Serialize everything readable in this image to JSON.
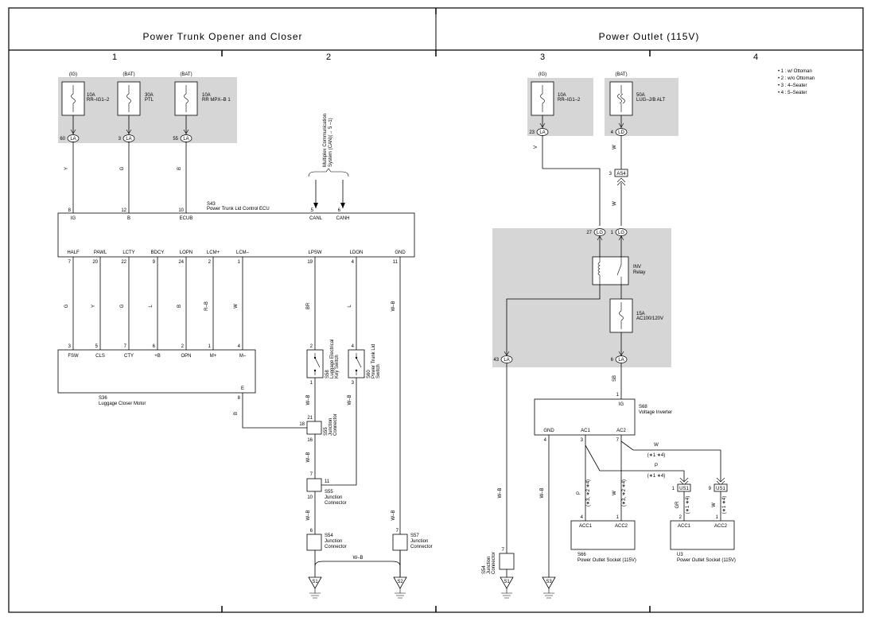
{
  "headers": {
    "left": "Power Trunk Opener and Closer",
    "right": "Power Outlet (115V)"
  },
  "columns": [
    "1",
    "2",
    "3",
    "4"
  ],
  "notes": [
    "• 1 : w/ Ottoman",
    "• 2 : w/o Ottoman",
    "• 3 : 4–Seater",
    "• 4 : 5–Seater"
  ],
  "fuses": [
    {
      "src": "(IG)",
      "amp": "10A",
      "name": "RR–IG1–2",
      "pin": "60",
      "conn": "LA",
      "wire": "Y"
    },
    {
      "src": "(BAT)",
      "amp": "30A",
      "name": "PTL",
      "pin": "3",
      "conn": "LA",
      "wire": "G"
    },
    {
      "src": "(BAT)",
      "amp": "10A",
      "name": "RR MPX–B 1",
      "pin": "55",
      "conn": "LA",
      "wire": "B"
    },
    {
      "src": "(IG)",
      "amp": "10A",
      "name": "RR–IG1–2",
      "pin": "23",
      "conn": "LA",
      "wire": "V"
    },
    {
      "src": "(BAT)",
      "amp": "50A",
      "name": "LUG–J/B ALT",
      "pin": "4",
      "conn": "LD",
      "wire": "W"
    }
  ],
  "mpx": [
    "Multiplex Communication",
    "System (CAN)(→ 5 –1)"
  ],
  "ecu": {
    "code": "S43",
    "name": "Power Trunk Lid Control ECU",
    "top_pins": [
      {
        "pin": "8",
        "label": "IG"
      },
      {
        "pin": "12",
        "label": "B"
      },
      {
        "pin": "10",
        "label": "ECUB"
      },
      {
        "pin": "5",
        "label": "CANL"
      },
      {
        "pin": "6",
        "label": "CANH"
      }
    ],
    "bottom_pins": [
      {
        "pin": "7",
        "label": "HALF",
        "wire": "G"
      },
      {
        "pin": "20",
        "label": "PAWL",
        "wire": "Y"
      },
      {
        "pin": "22",
        "label": "LCTY",
        "wire": "G"
      },
      {
        "pin": "9",
        "label": "BDCY",
        "wire": "L"
      },
      {
        "pin": "24",
        "label": "LOPN",
        "wire": "B"
      },
      {
        "pin": "2",
        "label": "LCM+",
        "wire": "R–B"
      },
      {
        "pin": "1",
        "label": "LCM–",
        "wire": "W"
      },
      {
        "pin": "19",
        "label": "LPSW",
        "wire": "BR"
      },
      {
        "pin": "4",
        "label": "LDON",
        "wire": "L"
      },
      {
        "pin": "11",
        "label": "GND",
        "wire": "W–B"
      }
    ]
  },
  "motor": {
    "code": "S36",
    "name": "Luggage Closer Motor",
    "pins": [
      {
        "pin": "3",
        "label": "FSW"
      },
      {
        "pin": "5",
        "label": "CLS"
      },
      {
        "pin": "7",
        "label": "CTY"
      },
      {
        "pin": "6",
        "label": "+B"
      },
      {
        "pin": "2",
        "label": "OPN"
      },
      {
        "pin": "1",
        "label": "M+"
      },
      {
        "pin": "4",
        "label": "M–"
      }
    ],
    "e_pin": "8",
    "e_label": "E",
    "e_wire": "B"
  },
  "switches": [
    {
      "code": "S58",
      "name1": "Luggage Electrical",
      "name2": "Key Switch",
      "pin_top": "2",
      "pin_bot": "1"
    },
    {
      "code": "S60",
      "name1": "Power Trunk Lid",
      "name2": "Switch",
      "pin_top": "4",
      "pin_bot": "3"
    }
  ],
  "junctions": {
    "s55a": {
      "code": "S55",
      "name1": "Junction",
      "name2": "Connector",
      "pins": [
        "21",
        "18",
        "16"
      ]
    },
    "s55b": {
      "code": "S55",
      "name1": "Junction",
      "name2": "Connector",
      "pins": [
        "7",
        "11",
        "10"
      ]
    },
    "s54": {
      "code": "S54",
      "name1": "Junction",
      "name2": "Connector",
      "pin": "6"
    },
    "s57": {
      "code": "S57",
      "name1": "Junction",
      "name2": "Connector",
      "pin": "7"
    },
    "s54b": {
      "code": "S54",
      "name1": "Junction",
      "name2": "Connector",
      "pin": "7"
    }
  },
  "wires": {
    "wb": "W–B",
    "w": "W",
    "sb": "SB",
    "p": "P",
    "gr": "GR",
    "note1": "(∗1 ∗4)",
    "note2": "(∗3, ∗2 ∗4)",
    "note3": "(∗1 ∗4)"
  },
  "grounds": [
    "S1",
    "S2",
    "S1",
    "S3"
  ],
  "as34": {
    "pin": "3",
    "conn": "AS4"
  },
  "relay_box": {
    "pin27": "27",
    "pin1": "1",
    "conn": "LG",
    "relay1": "INV",
    "relay2": "Relay",
    "fuse_amp": "15A",
    "fuse_name": "AC100/120V",
    "pin43": "43",
    "pin6": "6",
    "conn2": "LA"
  },
  "inverter": {
    "code": "S68",
    "name": "Voltage Inverter",
    "pins": [
      {
        "pin": "4",
        "label": "GND"
      },
      {
        "pin": "3",
        "label": "AC1"
      },
      {
        "pin": "7",
        "label": "AC2"
      }
    ],
    "ig_pin": "1",
    "ig": "IG"
  },
  "sockets": [
    {
      "code": "S66",
      "name": "Power Outlet Socket (115V)",
      "p1": "4",
      "l1": "ACC1",
      "p2": "1",
      "l2": "ACC2"
    },
    {
      "code": "U3",
      "name": "Power Outlet Socket (115V)",
      "p1": "2",
      "l1": "ACC1",
      "p2": "1",
      "l2": "ACC2"
    }
  ],
  "us1": [
    {
      "pin": "1",
      "conn": "US1"
    },
    {
      "pin": "9",
      "conn": "US1"
    }
  ]
}
